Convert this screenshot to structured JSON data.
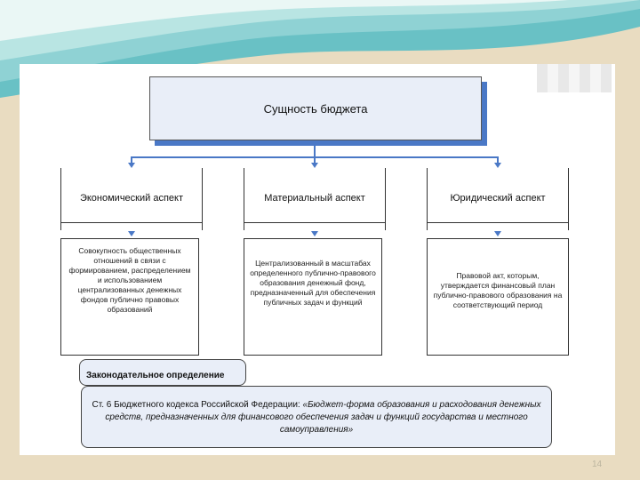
{
  "title": "Сущность бюджета",
  "aspects": [
    {
      "label": "Экономический аспект",
      "description": "Совокупность общественных отношений в связи с формированием, распределением и использованием централизованных денежных фондов публично правовых образований"
    },
    {
      "label": "Материальный аспект",
      "description": "Централизованный в масштабах определенного публично-правового образования денежный фонд, предназначенный для обеспечения публичных задач и функций"
    },
    {
      "label": "Юридический аспект",
      "description": "Правовой акт, которым, утверждается финансовый план публично-правового образования на соответствующий период"
    }
  ],
  "legal": {
    "heading": "Законодательное определение",
    "prefix": "Ст. 6 Бюджетного кодекса Российской Федерации: ",
    "quote": "«Бюджет-форма образования и расходования денежных средств, предназначенных для финансового обеспечения задач и функций государства и местного самоуправления»"
  },
  "page_number": "14",
  "colors": {
    "accent": "#4a78c6",
    "box_fill": "#e9eef8",
    "background": "#e9dcc1"
  }
}
